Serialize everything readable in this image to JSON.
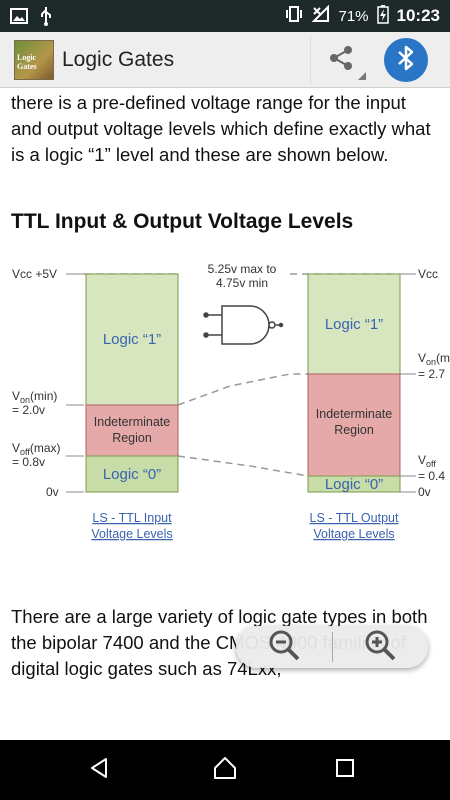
{
  "status_bar": {
    "battery_percent": "71%",
    "time": "10:23",
    "left_icons": [
      "image-icon",
      "usb-icon"
    ],
    "right_icons": [
      "vibrate-icon",
      "no-signal-icon",
      "battery-icon"
    ]
  },
  "app_bar": {
    "logo_text": "Logic Gates",
    "title": "Logic Gates",
    "actions": [
      "share-icon",
      "bluetooth-icon"
    ]
  },
  "content": {
    "paragraph_top": "there is a pre-defined voltage range for the input and output voltage levels which define exactly what is a logic “1” level and these are shown below.",
    "heading": "TTL Input & Output Voltage Levels",
    "paragraph_bottom": "There are a large variety of logic gate types in both the bipolar 7400 and the CMOS 4000 families of digital logic gates such as 74Lxx,"
  },
  "diagram": {
    "left_labels": {
      "vcc": "Vcc +5V",
      "von_min_v": "V",
      "von_min_sub": "on",
      "von_min_rest": "(min)",
      "von_min_val": "= 2.0v",
      "voff_max_v": "V",
      "voff_max_sub": "off",
      "voff_max_rest": "(max)",
      "voff_max_val": "= 0.8v",
      "zero": "0v"
    },
    "right_labels": {
      "vcc": "Vcc",
      "von_v": "V",
      "von_sub": "on",
      "von_rest": "(m",
      "von_val": "= 2.7",
      "voff_v": "V",
      "voff_sub": "off",
      "voff_rest": "",
      "voff_val": "= 0.4",
      "zero": "0v"
    },
    "input_box": {
      "logic1": "Logic “1”",
      "indeterminate_1": "Indeterminate",
      "indeterminate_2": "Region",
      "logic0": "Logic “0”",
      "caption_1": "LS - TTL Input",
      "caption_2": "Voltage Levels"
    },
    "output_box": {
      "logic1": "Logic “1”",
      "indeterminate_1": "Indeterminate",
      "indeterminate_2": "Region",
      "logic0": "Logic “0”",
      "caption_1": "LS - TTL Output",
      "caption_2": "Voltage Levels"
    },
    "gate_note_1": "5.25v max to",
    "gate_note_2": "4.75v min",
    "colors": {
      "logic1_fill": "#d7e6bf",
      "indeterminate_fill": "#e5a9a9",
      "logic0_fill": "#c8dca8",
      "label_blue": "#3a63b0"
    }
  },
  "zoom": {
    "buttons": [
      "zoom-out-icon",
      "zoom-in-icon"
    ]
  },
  "nav_bar": {
    "buttons": [
      "back-icon",
      "home-icon",
      "recents-icon"
    ]
  }
}
